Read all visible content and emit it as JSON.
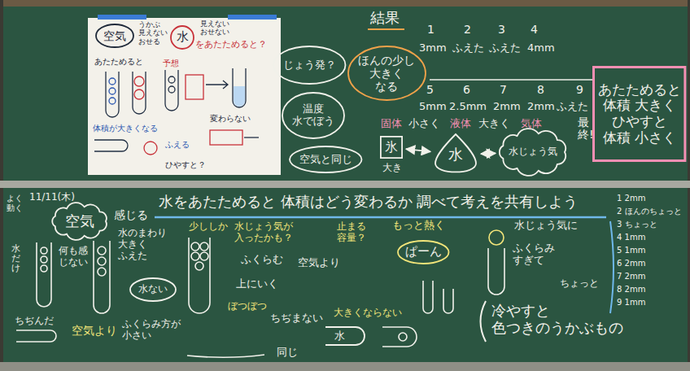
{
  "diagram": {
    "title": "水をあたためると 体積はどう変わるか 調べて考えを共有しよう",
    "nodes": [
      {
        "text": [
          "うかぶ 見えない おせる",
          "見えない おせない",
          "をあたためると？",
          "あたためると",
          "予想",
          "体積が大きくなる",
          "変わらない",
          "ふえる",
          "ひやすと？"
        ]
      },
      {
        "text": [
          "空気"
        ],
        "in": 0
      },
      {
        "text": [
          "水"
        ],
        "in": 0
      },
      {
        "text": [
          "じょう発？"
        ]
      },
      {
        "text": [
          "ほんの少し 大きく なる"
        ]
      },
      {
        "text": [
          "温度 水でぼう"
        ]
      },
      {
        "text": [
          "空気と同じ"
        ]
      },
      {
        "text": [
          "氷"
        ]
      },
      {
        "text": [
          "水"
        ]
      },
      {
        "text": [
          "水じょう気"
        ]
      },
      {
        "text": [
          "あたためると 体積 大きく ひやすと 体積 小さく"
        ]
      },
      {
        "text": [
          "空気"
        ]
      },
      {
        "text": [
          "水ない"
        ]
      },
      {
        "text": [
          "ぱーん"
        ]
      },
      {
        "text": [
          "水"
        ]
      }
    ],
    "edges": [
      {
        "from": 7,
        "to": 8,
        "arrow": "both"
      },
      {
        "from": 8,
        "to": 9,
        "arrow": "both"
      }
    ],
    "labels": [
      "結果",
      "1",
      "2",
      "3",
      "4",
      "3mm",
      "ふえた",
      "ふえた",
      "4mm",
      "5",
      "6",
      "7",
      "8",
      "9",
      "5mm",
      "2.5mm",
      "2mm",
      "2mm",
      "ふえた",
      "固体",
      "小さく",
      "液体",
      "大きく",
      "気体",
      "大き",
      "最終!",
      "よく動く",
      "11/11(木)",
      "感じる",
      "何も感じない",
      "水だけ",
      "ちぢんだ",
      "空気より",
      "水のまわり 大きく ふえた",
      "少ししか",
      "ふくらみ方が 小さい",
      "水じょう気が 入ったかも？",
      "ふくらむ",
      "上にいく",
      "ぼつぼつ",
      "止まる 容量？",
      "空気より",
      "ちぢまない",
      "大きくならない",
      "同じ",
      "もっと熱く",
      "水じょう気に",
      "ふくらみ すぎて",
      "ちょっと",
      "冷やすと 色つきのうかぶもの",
      "1 2mm",
      "2 ほんのちょっと",
      "3 ちょっと",
      "4 1mm",
      "5 1mm",
      "6 2mm",
      "7 2mm",
      "8 2mm",
      "9 1mm"
    ]
  }
}
